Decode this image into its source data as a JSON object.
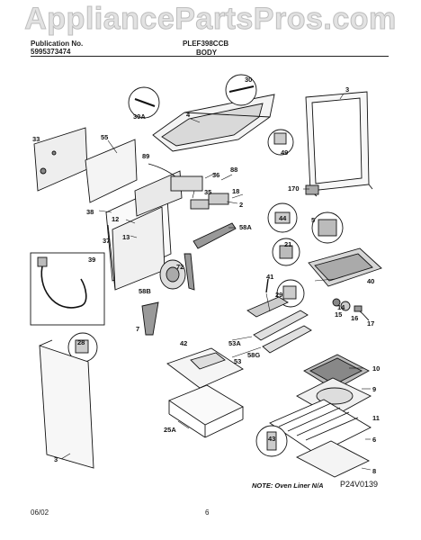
{
  "watermark": "AppliancePartsPros.com",
  "header": {
    "left_line1": "Publication No.",
    "left_line2": "5995373474",
    "center_code": "PLEF398CCB",
    "section_title": "BODY"
  },
  "labels": {
    "p30": "30",
    "p30a": "30A",
    "p4": "4",
    "p49": "49",
    "p3_top": "3",
    "p33": "33",
    "p55": "55",
    "p89": "89",
    "p88": "88",
    "p36": "36",
    "p35": "35",
    "p18": "18",
    "p2": "2",
    "p170": "170",
    "p38": "38",
    "p12": "12",
    "p13": "13",
    "p37": "37",
    "p44": "44",
    "p5": "5",
    "p58a": "58A",
    "p21": "21",
    "p39": "39",
    "p72": "72",
    "p41": "41",
    "p29": "29",
    "p40": "40",
    "p58b": "58B",
    "p14": "14",
    "p15": "15",
    "p16": "16",
    "p17": "17",
    "p7": "7",
    "p42": "42",
    "p53a": "53A",
    "p28": "28",
    "p53": "53",
    "p58g": "58G",
    "p10": "10",
    "p9": "9",
    "p25a": "25A",
    "p11": "11",
    "p43": "43",
    "p6": "6",
    "p8": "8",
    "p3_bottom": "3"
  },
  "footer": {
    "note": "NOTE: Oven Liner N/A",
    "diagram_code": "P24V0139",
    "date": "06/02",
    "page_number": "6"
  }
}
